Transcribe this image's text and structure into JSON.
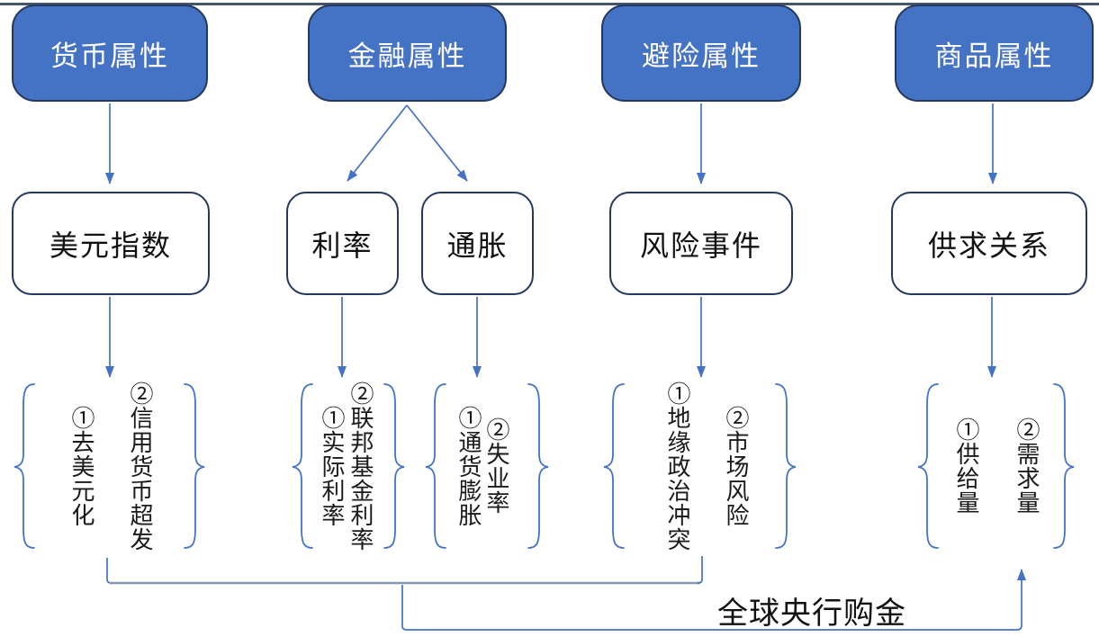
{
  "diagram": {
    "title_hint": "gold-price-attributes-flowchart",
    "top_row": [
      {
        "label": "货币属性"
      },
      {
        "label": "金融属性"
      },
      {
        "label": "避险属性"
      },
      {
        "label": "商品属性"
      }
    ],
    "mid_row": [
      {
        "label": "美元指数"
      },
      {
        "label": "利率"
      },
      {
        "label": "通胀"
      },
      {
        "label": "风险事件"
      },
      {
        "label": "供求关系"
      }
    ],
    "groups": [
      {
        "items": [
          "①去美元化",
          "②信用货币超发"
        ]
      },
      {
        "items": [
          "①实际利率",
          "②联邦基金利率"
        ]
      },
      {
        "items": [
          "①通货膨胀",
          "②失业率"
        ]
      },
      {
        "items": [
          "①地缘政治冲突",
          "②市场风险"
        ]
      },
      {
        "items": [
          "①供给量",
          "②需求量"
        ]
      }
    ],
    "bottom_label": "全球央行购金",
    "colors": {
      "node_fill": "#4472C4",
      "node_border": "#24385d",
      "arrow": "#4472C4",
      "brace": "#4472C4",
      "top_line": "#44546A",
      "long_connector": "#8496B0"
    }
  }
}
